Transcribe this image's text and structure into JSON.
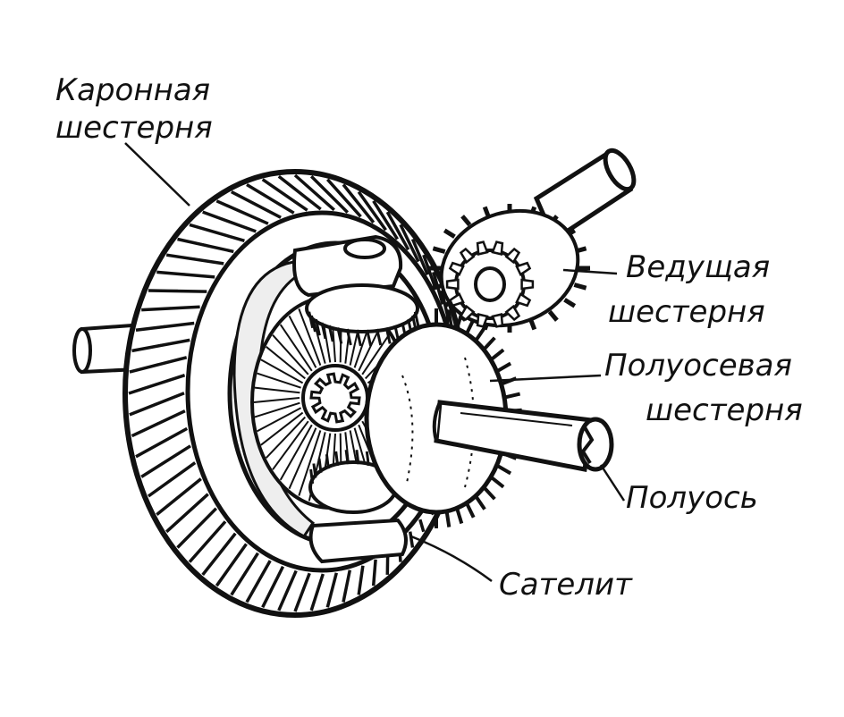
{
  "labels": {
    "crown_gear": [
      "Каронная",
      "шестерня"
    ],
    "pinion_gear": [
      "Ведущая",
      "шестерня"
    ],
    "side_gear": [
      "Полуосевая",
      "шестерня"
    ],
    "axle_shaft": [
      "Полуось"
    ],
    "planet_gear": [
      "Сателит"
    ]
  },
  "colors": {
    "ink": "#111111",
    "paper": "#ffffff"
  }
}
